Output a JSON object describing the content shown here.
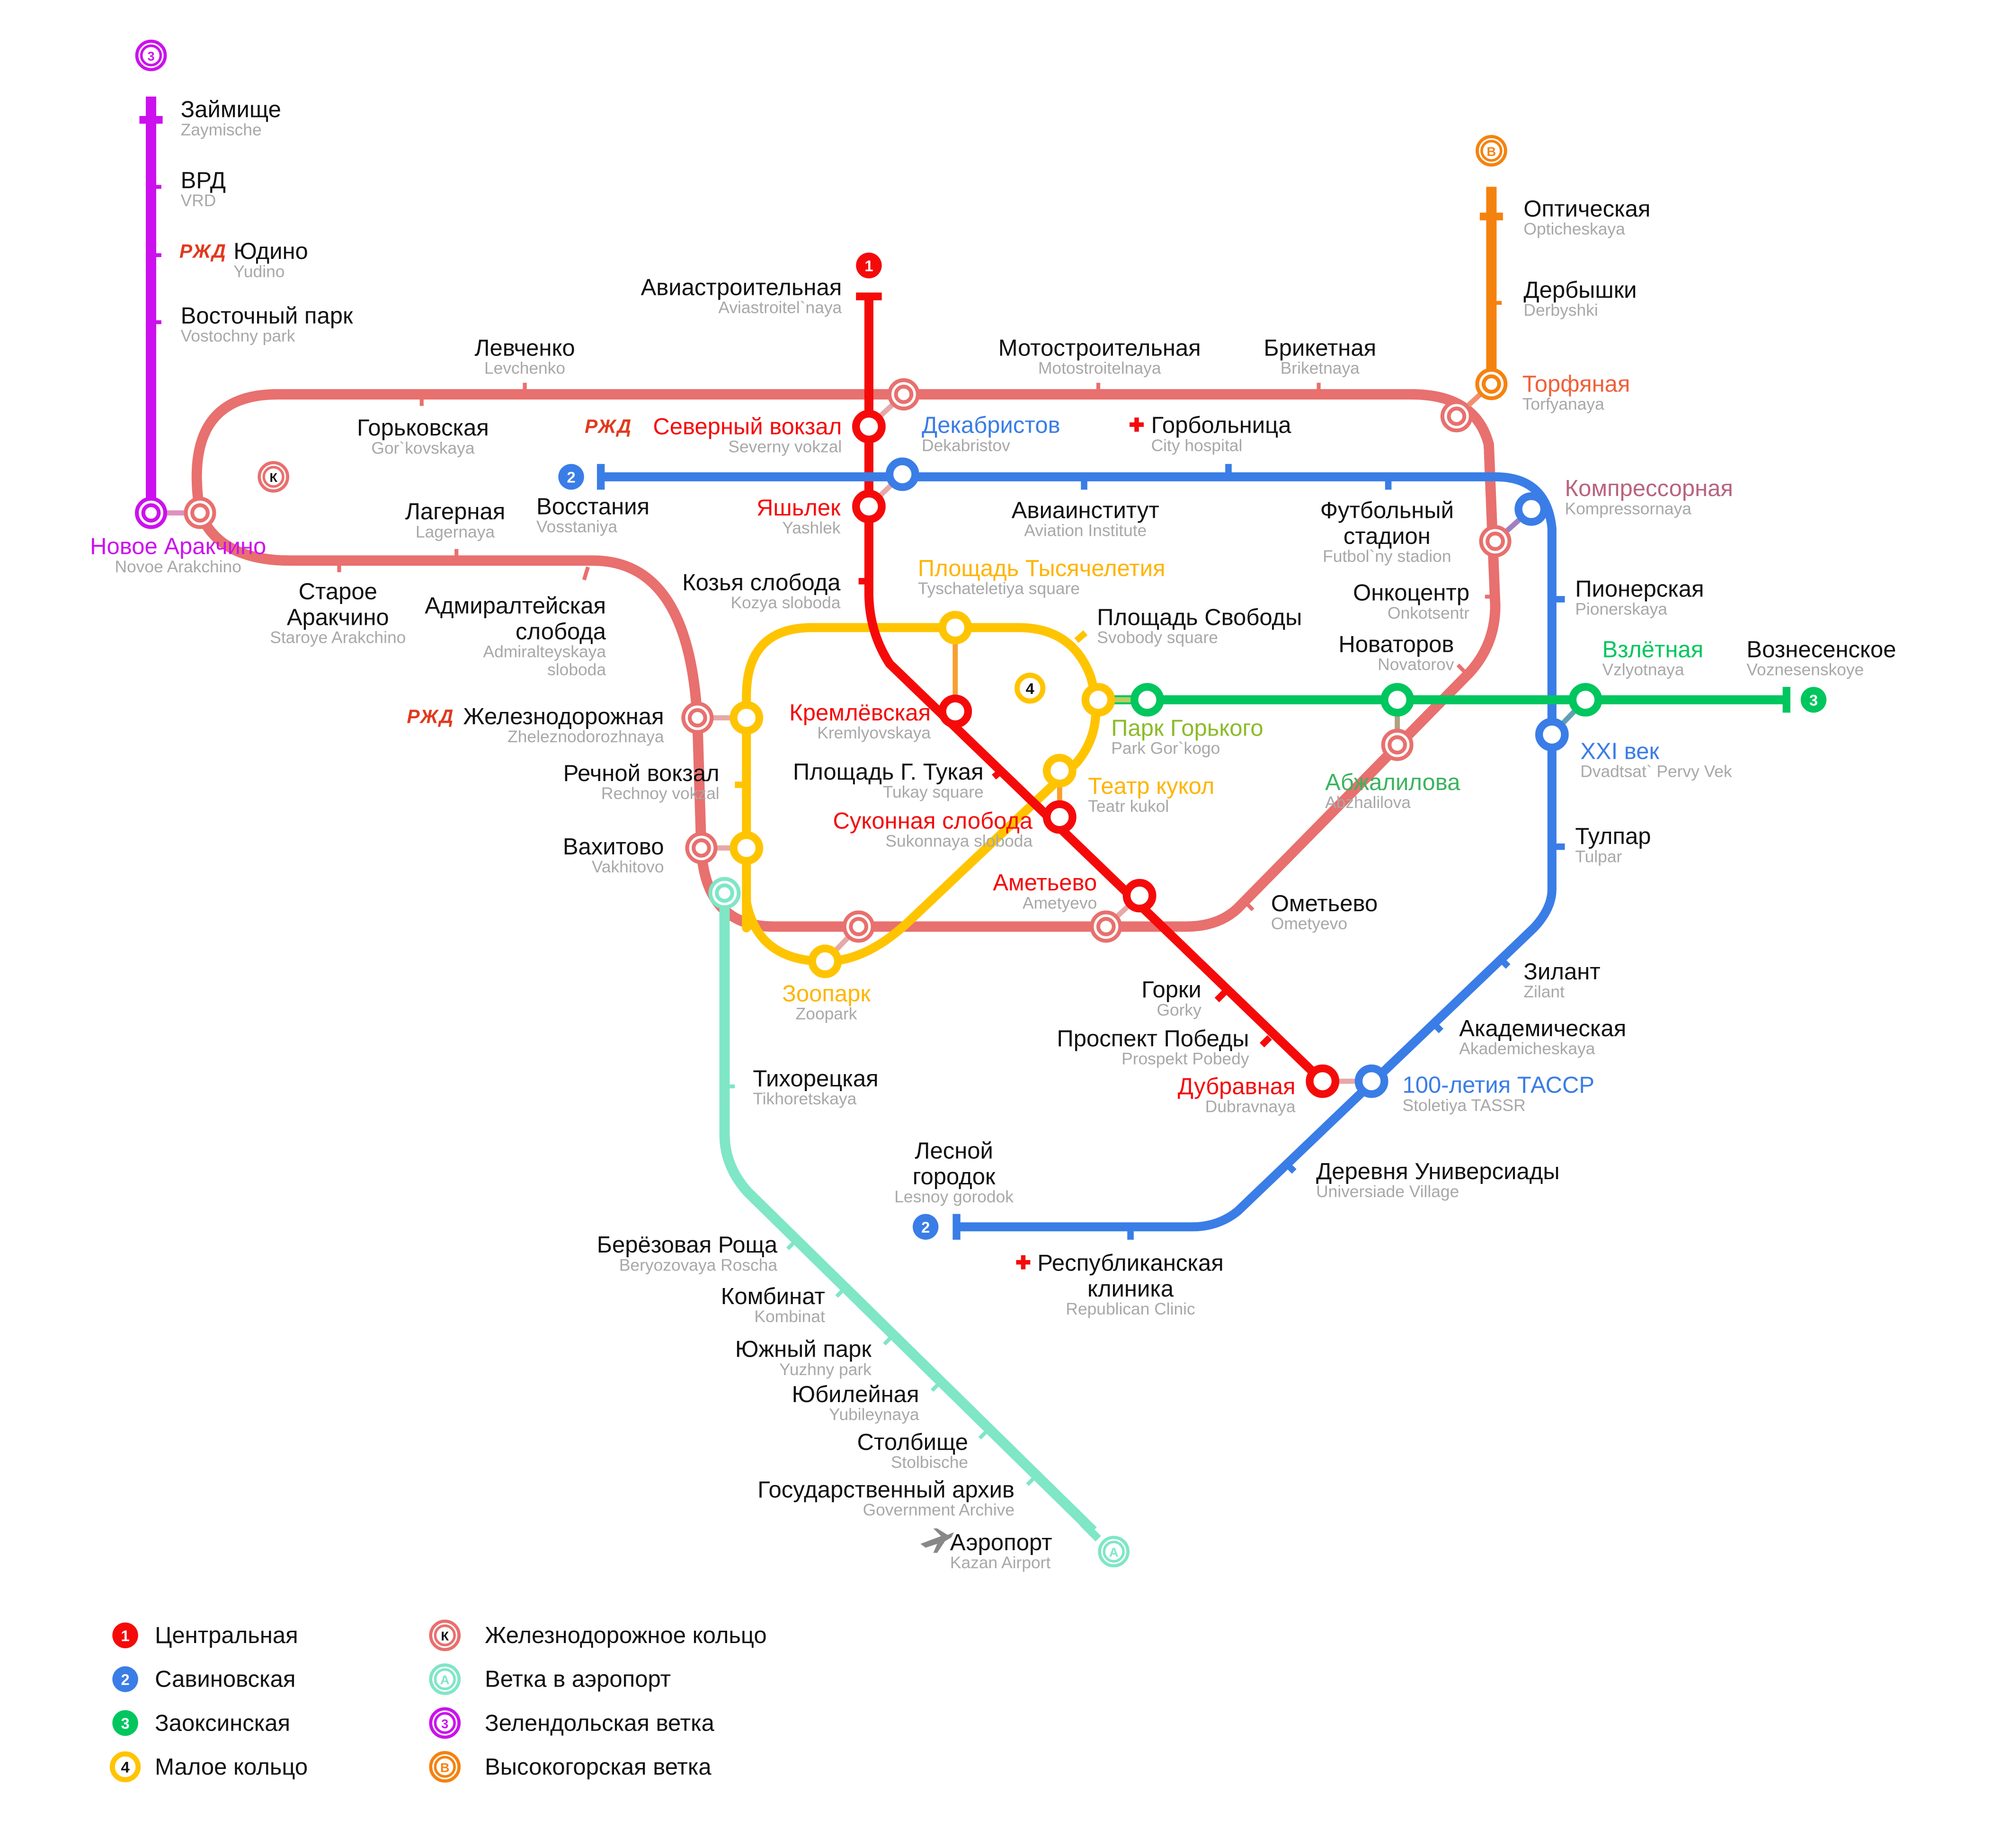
{
  "colors": {
    "line1": "#f50a0a",
    "line2": "#3a7de6",
    "line3": "#00c65e",
    "line4": "#ffc400",
    "rail_ring": "#e8706e",
    "airport": "#7fe6c6",
    "zelenodolsk": "#cc11ee",
    "vysokaya_gora": "#f5820f"
  },
  "badges": {
    "l1": "1",
    "l2": "2",
    "l3": "3",
    "l4": "4",
    "ring": "К",
    "zel": "3",
    "vg": "В",
    "air": "А"
  },
  "stations": [
    {
      "ru": "Займище",
      "en": "Zaymische"
    },
    {
      "ru": "ВРД",
      "en": "VRD"
    },
    {
      "ru": "Юдино",
      "en": "Yudino"
    },
    {
      "ru": "Восточный парк",
      "en": "Vostochny park"
    },
    {
      "ru": "Новое Аракчино",
      "en": "Novoe Arakchino",
      "color": "#cc11ee"
    },
    {
      "ru": "Левченко",
      "en": "Levchenko"
    },
    {
      "ru": "Горьковская",
      "en": "Gor`kovskaya"
    },
    {
      "ru": "Лагерная",
      "en": "Lagernaya"
    },
    {
      "ru": "Старое",
      "ru2": "Аракчино",
      "en": "Staroye Arakchino"
    },
    {
      "ru": "Адмиралтейская",
      "ru2": "слобода",
      "en": "Admiralteyskaya",
      "en2": "sloboda"
    },
    {
      "ru": "Железнодорожная",
      "en": "Zheleznodorozhnaya"
    },
    {
      "ru": "Речной вокзал",
      "en": "Rechnoy vokzal"
    },
    {
      "ru": "Вахитово",
      "en": "Vakhitovo"
    },
    {
      "ru": "Авиастроительная",
      "en": "Aviastroitel`naya"
    },
    {
      "ru": "Северный вокзал",
      "en": "Severny vokzal",
      "color": "#f50a0a"
    },
    {
      "ru": "Яшьлек",
      "en": "Yashlek",
      "color": "#f50a0a"
    },
    {
      "ru": "Козья слобода",
      "en": "Kozya sloboda"
    },
    {
      "ru": "Восстания",
      "en": "Vosstaniya"
    },
    {
      "ru": "Декабристов",
      "en": "Dekabristov",
      "color": "#3a7de6"
    },
    {
      "ru": "Мотостроительная",
      "en": "Motostroitelnaya"
    },
    {
      "ru": "Брикетная",
      "en": "Briketnaya"
    },
    {
      "ru": "Горбольница",
      "en": "City hospital"
    },
    {
      "ru": "Авиаинститут",
      "en": "Aviation Institute"
    },
    {
      "ru": "Футбольный",
      "ru2": "стадион",
      "en": "Futbol`ny stadion"
    },
    {
      "ru": "Торфяная",
      "en": "Torfyanaya",
      "color": "#f0603a"
    },
    {
      "ru": "Оптическая",
      "en": "Opticheskaya"
    },
    {
      "ru": "Дербышки",
      "en": "Derbyshki"
    },
    {
      "ru": "Компрессорная",
      "en": "Kompressornaya",
      "color": "#b8647e"
    },
    {
      "ru": "Пионерская",
      "en": "Pionerskaya"
    },
    {
      "ru": "Онкоцентр",
      "en": "Onkotsentr"
    },
    {
      "ru": "Новаторов",
      "en": "Novatorov"
    },
    {
      "ru": "Площадь Свободы",
      "en": "Svobody square"
    },
    {
      "ru": "Площадь Тысячелетия",
      "en": "Tyschateletiya square",
      "color": "#ffb400"
    },
    {
      "ru": "Кремлёвская",
      "en": "Kremlyovskaya",
      "color": "#f50a0a"
    },
    {
      "ru": "Площадь Г. Тукая",
      "en": "Tukay square"
    },
    {
      "ru": "Суконная слобода",
      "en": "Sukonnaya sloboda",
      "color": "#f50a0a"
    },
    {
      "ru": "Парк Горького",
      "en": "Park Gor`kogo",
      "color": "#8cbb2a"
    },
    {
      "ru": "Театр кукол",
      "en": "Teatr kukol",
      "color": "#ffb400"
    },
    {
      "ru": "Взлётная",
      "en": "Vzlyotnaya",
      "color": "#00c65e"
    },
    {
      "ru": "Вознесенское",
      "en": "Voznesenskoye"
    },
    {
      "ru": "XXI век",
      "en": "Dvadtsat` Pervy Vek",
      "color": "#3a7de6"
    },
    {
      "ru": "Абжалилова",
      "en": "Abzhalilova",
      "color": "#3bb35e"
    },
    {
      "ru": "Тулпар",
      "en": "Tulpar"
    },
    {
      "ru": "Аметьево",
      "en": "Ametyevo",
      "color": "#f50a0a"
    },
    {
      "ru": "Ометьево",
      "en": "Ometyevo"
    },
    {
      "ru": "Зоопарк",
      "en": "Zoopark",
      "color": "#ffb400"
    },
    {
      "ru": "Горки",
      "en": "Gorky"
    },
    {
      "ru": "Проспект Победы",
      "en": "Prospekt Pobedy"
    },
    {
      "ru": "Дубравная",
      "en": "Dubravnaya",
      "color": "#f50a0a"
    },
    {
      "ru": "100-летия ТАССР",
      "en": "Stoletiya TASSR",
      "color": "#3a7de6"
    },
    {
      "ru": "Зилант",
      "en": "Zilant"
    },
    {
      "ru": "Академическая",
      "en": "Akademicheskaya"
    },
    {
      "ru": "Деревня Универсиады",
      "en": "Universiade Village"
    },
    {
      "ru": "Лесной",
      "ru2": "городок",
      "en": "Lesnoy gorodok"
    },
    {
      "ru": "Республиканская",
      "ru2": "клиника",
      "en": "Republican Clinic"
    },
    {
      "ru": "Тихорецкая",
      "en": "Tikhoretskaya"
    },
    {
      "ru": "Берёзовая Роща",
      "en": "Beryozovaya Roscha"
    },
    {
      "ru": "Комбинат",
      "en": "Kombinat"
    },
    {
      "ru": "Южный парк",
      "en": "Yuzhny park"
    },
    {
      "ru": "Юбилейная",
      "en": "Yubileynaya"
    },
    {
      "ru": "Столбище",
      "en": "Stolbische"
    },
    {
      "ru": "Государственный архив",
      "en": "Government Archive"
    },
    {
      "ru": "Аэропорт",
      "en": "Kazan Airport"
    }
  ],
  "legend": [
    {
      "badge": "1",
      "label": "Центральная"
    },
    {
      "badge": "2",
      "label": "Савиновская"
    },
    {
      "badge": "3",
      "label": "Заоксинская"
    },
    {
      "badge": "4",
      "label": "Малое кольцо"
    },
    {
      "badge": "К",
      "label": "Железнодорожное кольцо"
    },
    {
      "badge": "А",
      "label": "Ветка в аэропорт"
    },
    {
      "badge": "3",
      "label": "Зелендольская ветка"
    },
    {
      "badge": "В",
      "label": "Высокогорская ветка"
    }
  ],
  "icons": {
    "rail": "rzd-logo-icon",
    "hospital": "red-cross-icon",
    "airport": "plane-icon"
  }
}
